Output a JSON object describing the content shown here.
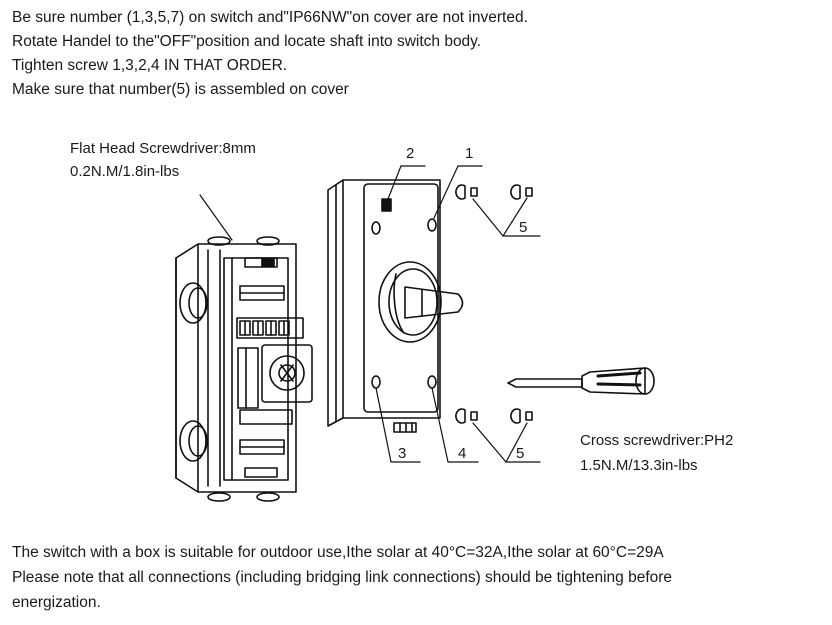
{
  "instructions": [
    "Be sure number (1,3,5,7) on switch and\"IP66NW\"on cover are not inverted.",
    "Rotate Handel to the\"OFF\"position and locate shaft into switch body.",
    "Tighten screw 1,3,2,4 IN THAT ORDER.",
    "Make sure that number(5) is assembled on cover"
  ],
  "flat_driver": {
    "name": "Flat Head Screwdriver:8mm",
    "torque": "0.2N.M/1.8in-lbs"
  },
  "cross_driver": {
    "name": "Cross screwdriver:PH2",
    "torque": "1.5N.M/13.3in-lbs"
  },
  "callouts": {
    "n1": "1",
    "n2": "2",
    "n3": "3",
    "n4": "4",
    "n5_top": "5",
    "n5_bottom": "5"
  },
  "notes": [
    "The switch with a box is suitable for outdoor use,Ithe solar at 40°C=32A,Ithe solar at 60°C=29A",
    "Please note that all connections (including bridging link connections) should be tightening before",
    "energization."
  ]
}
